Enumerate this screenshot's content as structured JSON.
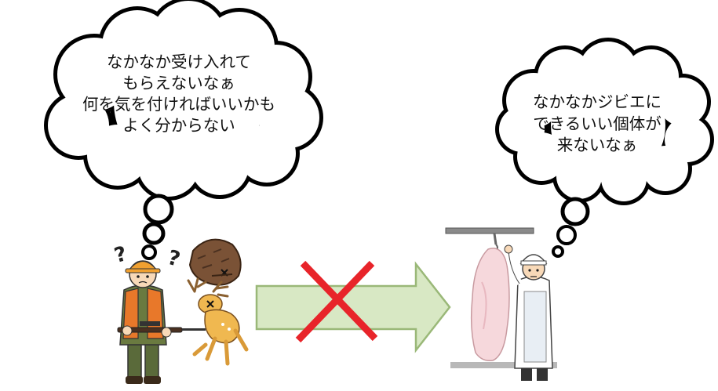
{
  "left_bubble": {
    "lines": [
      "なかなか受け入れて",
      "もらえないなぁ",
      "何を気を付ければいいかも",
      "よく分からない"
    ]
  },
  "right_bubble": {
    "lines": [
      "なかなかジビエに",
      "できるいい個体が",
      "来ないなぁ"
    ]
  },
  "hunter_marks": [
    "?",
    "?"
  ],
  "colors": {
    "arrow_fill": "#d8e8c4",
    "arrow_stroke": "#9ab878",
    "cross": "#e8242a",
    "hunter_vest": "#e8782a",
    "hunter_cap": "#f0a030",
    "deer_body": "#f0b850",
    "boar_body": "#7a5236",
    "carcass": "#f6d8dc"
  },
  "icons": [
    "question-mark-icon",
    "cross-mark-icon",
    "arrow-icon"
  ]
}
